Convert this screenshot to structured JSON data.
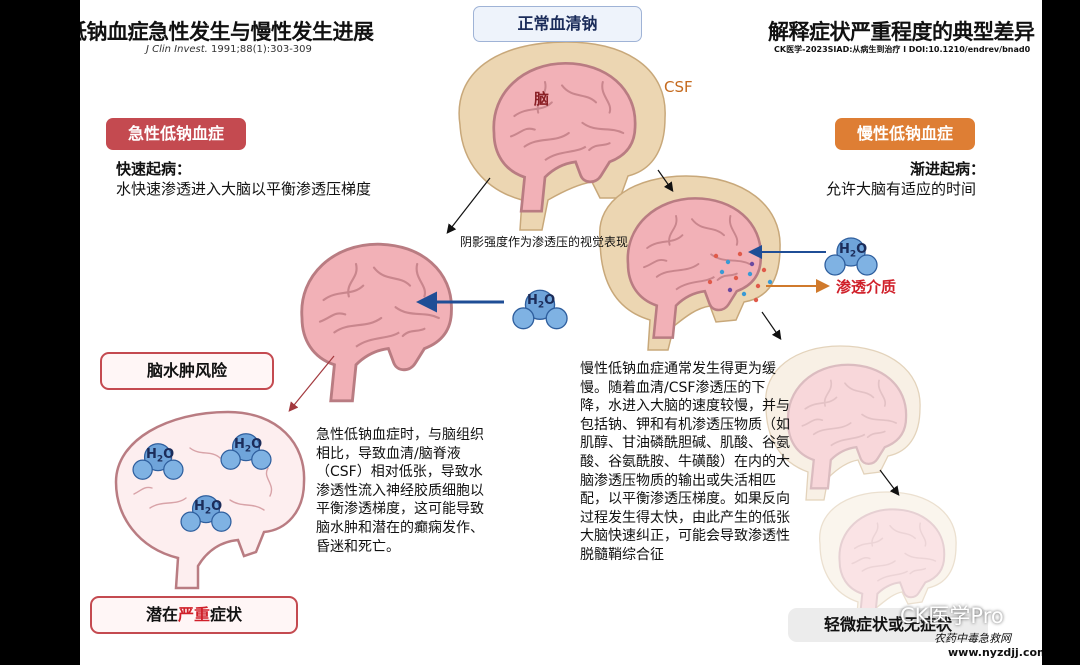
{
  "header": {
    "title_left": "低钠血症急性发生与慢性发生进展",
    "ref_left_journal": "J Clin Invest.",
    "ref_left_detail": " 1991;88(1):303-309",
    "title_right": "解释症状严重程度的典型差异",
    "ref_right": "CK医学-2023SIAD:从病生到治疗 l DOI:10.1210/endrev/bnad0"
  },
  "center": {
    "box_label": "正常血清钠",
    "brain_label": "脑",
    "csf_label": "CSF",
    "caption": "阴影强度作为渗透压的视觉表现"
  },
  "acute": {
    "box_label": "急性低钠血症",
    "onset_heading": "快速起病：",
    "onset_text": "水快速渗透进入大脑以平衡渗透压梯度",
    "edema_label": "脑水肿风险",
    "symptoms_prefix": "潜在",
    "symptoms_red": "严重",
    "symptoms_suffix": "症状",
    "paragraph": "急性低钠血症时，与脑组织相比，导致血清/脑脊液（CSF）相对低张，导致水渗透性流入神经胶质细胞以平衡渗透梯度，这可能导致脑水肿和潜在的癫痫发作、昏迷和死亡。"
  },
  "chronic": {
    "box_label": "慢性低钠血症",
    "onset_heading": "渐进起病：",
    "onset_text": "允许大脑有适应的时间",
    "osmolyte_label": "渗透介质",
    "paragraph": "慢性低钠血症通常发生得更为缓慢。随着血清/CSF渗透压的下降，水进入大脑的速度较慢，并与包括钠、钾和有机渗透压物质（如肌醇、甘油磷酰胆碱、肌酸、谷氨酸、谷氨酰胺、牛磺酸）在内的大脑渗透压物质的输出或失活相匹配，以平衡渗透压梯度。如果反向过程发生得太快，由此产生的低张大脑快速纠正，可能会导致渗透性脱髓鞘综合征",
    "result_label": "轻微症状或无症状"
  },
  "water": {
    "h": "H",
    "sub": "2",
    "o": "O"
  },
  "watermark": {
    "brand": "CK医学Pro",
    "site_cn": "农药中毒急救网",
    "site_url": "www.nyzdjj.com"
  },
  "colors": {
    "acute_red": "#c44a50",
    "chronic_orange": "#de7e34",
    "arrow_blue": "#1f4e96",
    "brain_pink": "#f2b1b7",
    "csf_tan": "#ecd6b2"
  }
}
